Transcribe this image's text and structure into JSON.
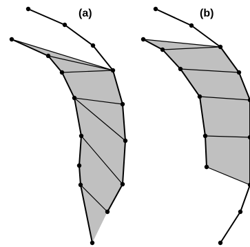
{
  "panels": [
    {
      "id": "a",
      "label": "(a)"
    },
    {
      "id": "b",
      "label": "(b)"
    }
  ],
  "colors": {
    "fill": "#c0c0c0",
    "stroke": "#000000",
    "vertex": "#000000",
    "background": "#ffffff"
  },
  "vertex_icon": "filled-circle"
}
